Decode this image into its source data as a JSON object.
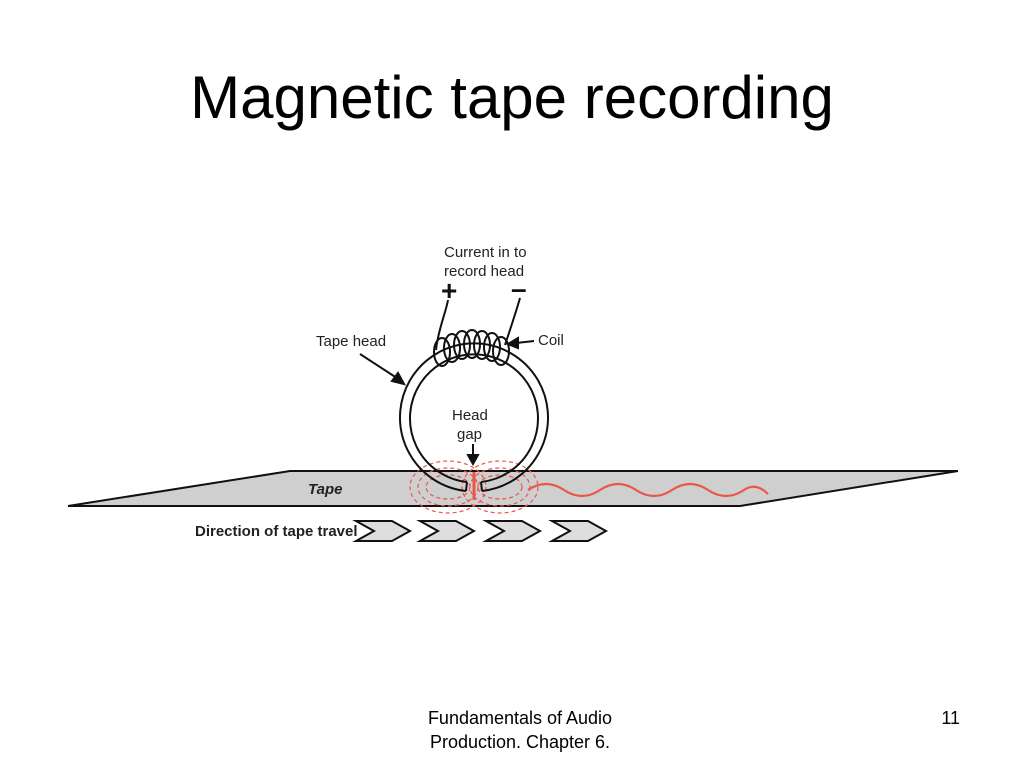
{
  "slide": {
    "title": "Magnetic tape recording",
    "footer_line1": "Fundamentals of Audio",
    "footer_line2": "Production. Chapter 6.",
    "page_number": "11"
  },
  "diagram": {
    "labels": {
      "current_line1": "Current in to",
      "current_line2": "record head",
      "plus": "+",
      "minus": "–",
      "tape_head": "Tape head",
      "coil": "Coil",
      "head_line1": "Head",
      "head_line2": "gap",
      "tape": "Tape",
      "direction": "Direction of tape travel"
    },
    "colors": {
      "tape_fill": "#cfcfcf",
      "outline": "#111111",
      "signal": "#e8574a",
      "field_lines": "#e8574a",
      "chevron_fill": "#dedede"
    }
  }
}
